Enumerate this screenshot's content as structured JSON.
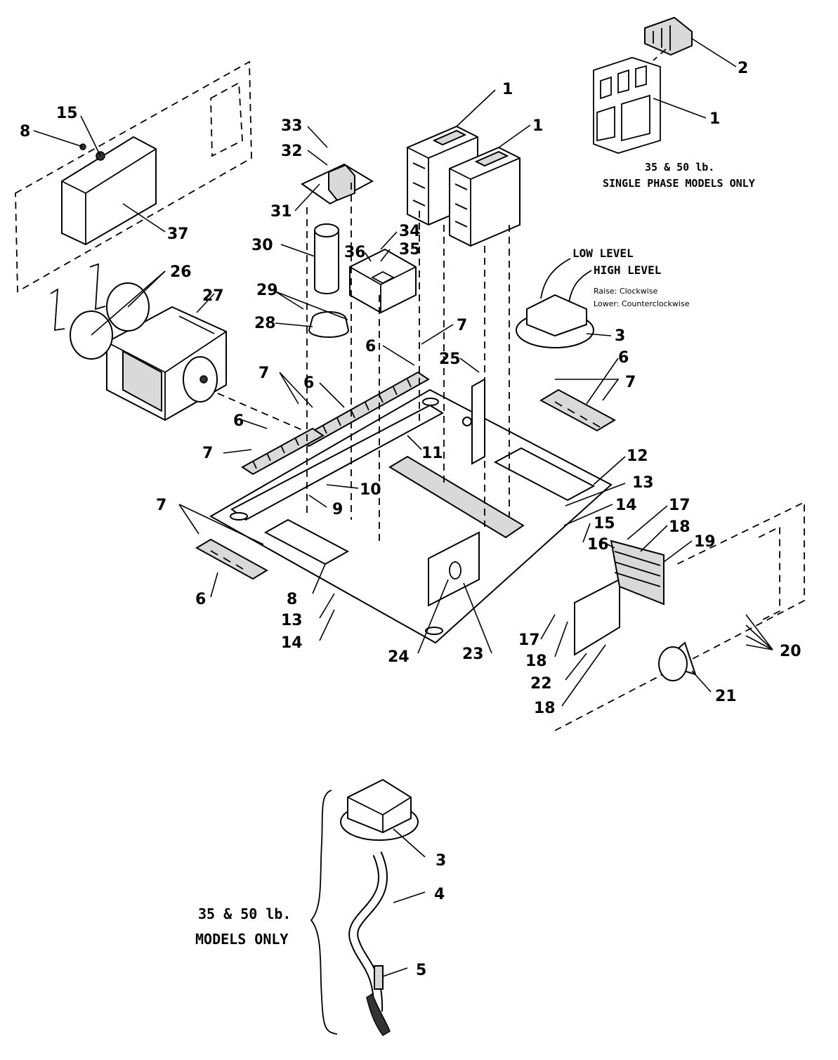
{
  "callouts": [
    {
      "id": "c-2",
      "label": "2"
    },
    {
      "id": "c-1a",
      "label": "1"
    },
    {
      "id": "c-1b",
      "label": "1"
    },
    {
      "id": "c-1c",
      "label": "1"
    },
    {
      "id": "c-15a",
      "label": "15"
    },
    {
      "id": "c-8a",
      "label": "8"
    },
    {
      "id": "c-37",
      "label": "37"
    },
    {
      "id": "c-33",
      "label": "33"
    },
    {
      "id": "c-32",
      "label": "32"
    },
    {
      "id": "c-31",
      "label": "31"
    },
    {
      "id": "c-30",
      "label": "30"
    },
    {
      "id": "c-34",
      "label": "34"
    },
    {
      "id": "c-36",
      "label": "36"
    },
    {
      "id": "c-35",
      "label": "35"
    },
    {
      "id": "c-26",
      "label": "26"
    },
    {
      "id": "c-27",
      "label": "27"
    },
    {
      "id": "c-29",
      "label": "29"
    },
    {
      "id": "c-28",
      "label": "28"
    },
    {
      "id": "c-3a",
      "label": "3"
    },
    {
      "id": "c-7a",
      "label": "7"
    },
    {
      "id": "c-6a",
      "label": "6"
    },
    {
      "id": "c-25",
      "label": "25"
    },
    {
      "id": "c-6b",
      "label": "6"
    },
    {
      "id": "c-7b",
      "label": "7"
    },
    {
      "id": "c-7c",
      "label": "7"
    },
    {
      "id": "c-6c",
      "label": "6"
    },
    {
      "id": "c-6d",
      "label": "6"
    },
    {
      "id": "c-7d",
      "label": "7"
    },
    {
      "id": "c-11",
      "label": "11"
    },
    {
      "id": "c-12",
      "label": "12"
    },
    {
      "id": "c-13a",
      "label": "13"
    },
    {
      "id": "c-10",
      "label": "10"
    },
    {
      "id": "c-9",
      "label": "9"
    },
    {
      "id": "c-14a",
      "label": "14"
    },
    {
      "id": "c-15b",
      "label": "15"
    },
    {
      "id": "c-17a",
      "label": "17"
    },
    {
      "id": "c-18a",
      "label": "18"
    },
    {
      "id": "c-16",
      "label": "16"
    },
    {
      "id": "c-19",
      "label": "19"
    },
    {
      "id": "c-7e",
      "label": "7"
    },
    {
      "id": "c-6e",
      "label": "6"
    },
    {
      "id": "c-8b",
      "label": "8"
    },
    {
      "id": "c-13b",
      "label": "13"
    },
    {
      "id": "c-14b",
      "label": "14"
    },
    {
      "id": "c-24",
      "label": "24"
    },
    {
      "id": "c-23",
      "label": "23"
    },
    {
      "id": "c-17b",
      "label": "17"
    },
    {
      "id": "c-18b",
      "label": "18"
    },
    {
      "id": "c-22",
      "label": "22"
    },
    {
      "id": "c-18c",
      "label": "18"
    },
    {
      "id": "c-20",
      "label": "20"
    },
    {
      "id": "c-21",
      "label": "21"
    },
    {
      "id": "c-3b",
      "label": "3"
    },
    {
      "id": "c-4",
      "label": "4"
    },
    {
      "id": "c-5",
      "label": "5"
    }
  ],
  "notes": {
    "single_phase_line1": "35 & 50 lb.",
    "single_phase_line2": "SINGLE PHASE MODELS ONLY",
    "low_level": "LOW LEVEL",
    "high_level": "HIGH LEVEL",
    "raise": "Raise: Clockwise",
    "lower": "Lower: Counterclockwise",
    "models_line1": "35 & 50 lb.",
    "models_line2": "MODELS ONLY"
  }
}
